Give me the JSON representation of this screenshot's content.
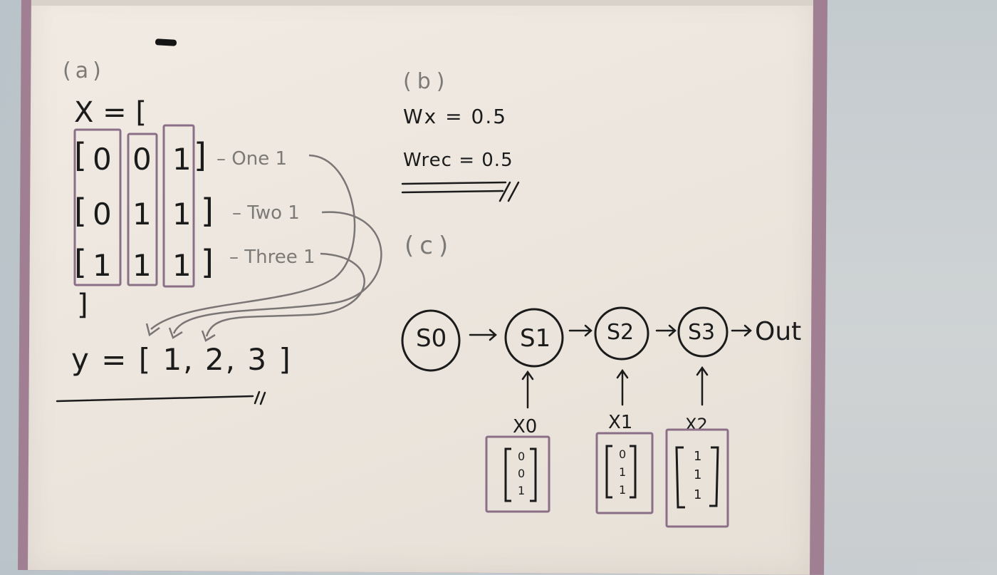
{
  "section_a": {
    "label": "(a)",
    "x_open": "X = [",
    "rows": [
      {
        "values": [
          "0",
          "0",
          "1"
        ],
        "note": "One 1"
      },
      {
        "values": [
          "0",
          "1",
          "1"
        ],
        "note": "Two 1"
      },
      {
        "values": [
          "1",
          "1",
          "1"
        ],
        "note": "Three 1"
      }
    ],
    "x_close": "]",
    "y_line": "y = [ 1, 2, 3 ]"
  },
  "section_b": {
    "label": "(b)",
    "wx": "Wx = 0.5",
    "wrec": "Wrec = 0.5"
  },
  "section_c": {
    "label": "(c)",
    "states": [
      "S0",
      "S1",
      "S2",
      "S3"
    ],
    "output": "Out",
    "inputs": [
      {
        "label": "X0",
        "vector": [
          "0",
          "0",
          "1"
        ]
      },
      {
        "label": "X1",
        "vector": [
          "0",
          "1",
          "1"
        ]
      },
      {
        "label": "X2",
        "vector": [
          "1",
          "1",
          "1"
        ]
      }
    ]
  },
  "colors": {
    "ink": "#1b1b1b",
    "faint_ink": "#7c7a76",
    "highlight_box": "#8a6f86",
    "board": "#eee8e0",
    "frame": "#a17f93"
  }
}
